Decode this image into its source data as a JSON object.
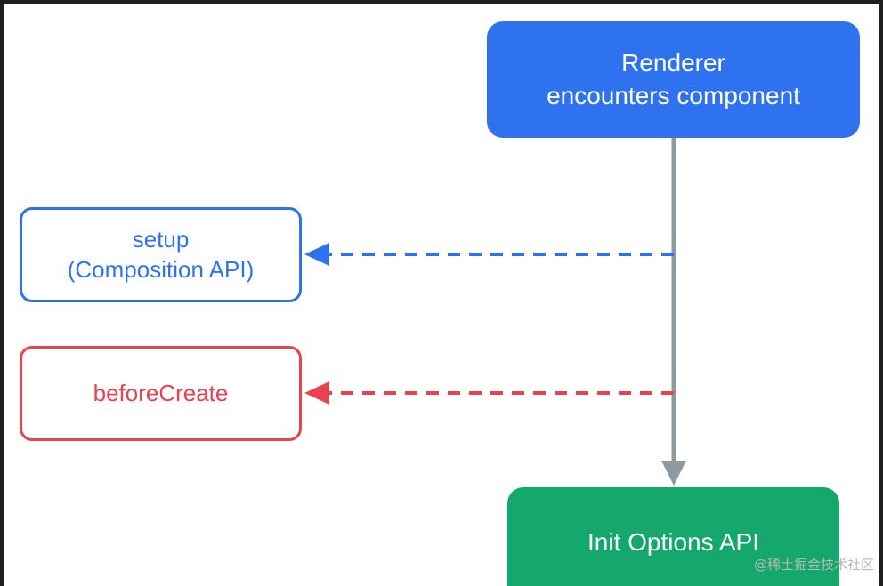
{
  "diagram": {
    "nodes": {
      "renderer": {
        "line1": "Renderer",
        "line2": "encounters component",
        "color": "#2f72f0"
      },
      "setup": {
        "line1": "setup",
        "line2": "(Composition API)",
        "color": "#2f72f0"
      },
      "before_create": {
        "label": "beforeCreate",
        "color": "#e8414f"
      },
      "init_options": {
        "label": "Init Options API",
        "color": "#14a86c"
      }
    },
    "edges": [
      {
        "from": "renderer",
        "to": "init_options",
        "style": "solid",
        "color": "#8e9aa0"
      },
      {
        "from": "renderer",
        "to": "setup",
        "style": "dashed",
        "color": "#2f72f0"
      },
      {
        "from": "renderer",
        "to": "before_create",
        "style": "dashed",
        "color": "#e8414f"
      }
    ]
  },
  "watermark": "@稀土掘金技术社区"
}
